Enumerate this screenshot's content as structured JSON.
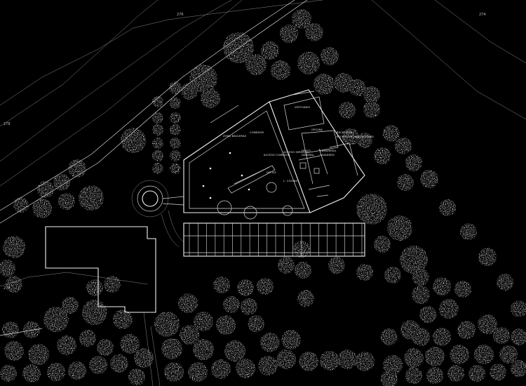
{
  "contours": [
    "276",
    "274",
    "278",
    "274"
  ],
  "rooms": {
    "zona_bauleras": "ZONA BAULERAS",
    "comedor": "COMEDOR",
    "acceso_comedor": "ACCESO COMEDOR",
    "office": "OFFICE",
    "l_cocina": "L. COCINA",
    "acceso_servicio": "ACCESO SERVICIO",
    "vestuario": "VESTUARIO",
    "recepcion": "RECEPCION",
    "recepcion_habitaciones": "RECEPCION HABITACIONES",
    "oficina": "OFICINA",
    "ofico": "OF.ICO",
    "general": "GENERAL",
    "camareria": "CAMARERIA",
    "lavadero": "LAVADERO"
  }
}
